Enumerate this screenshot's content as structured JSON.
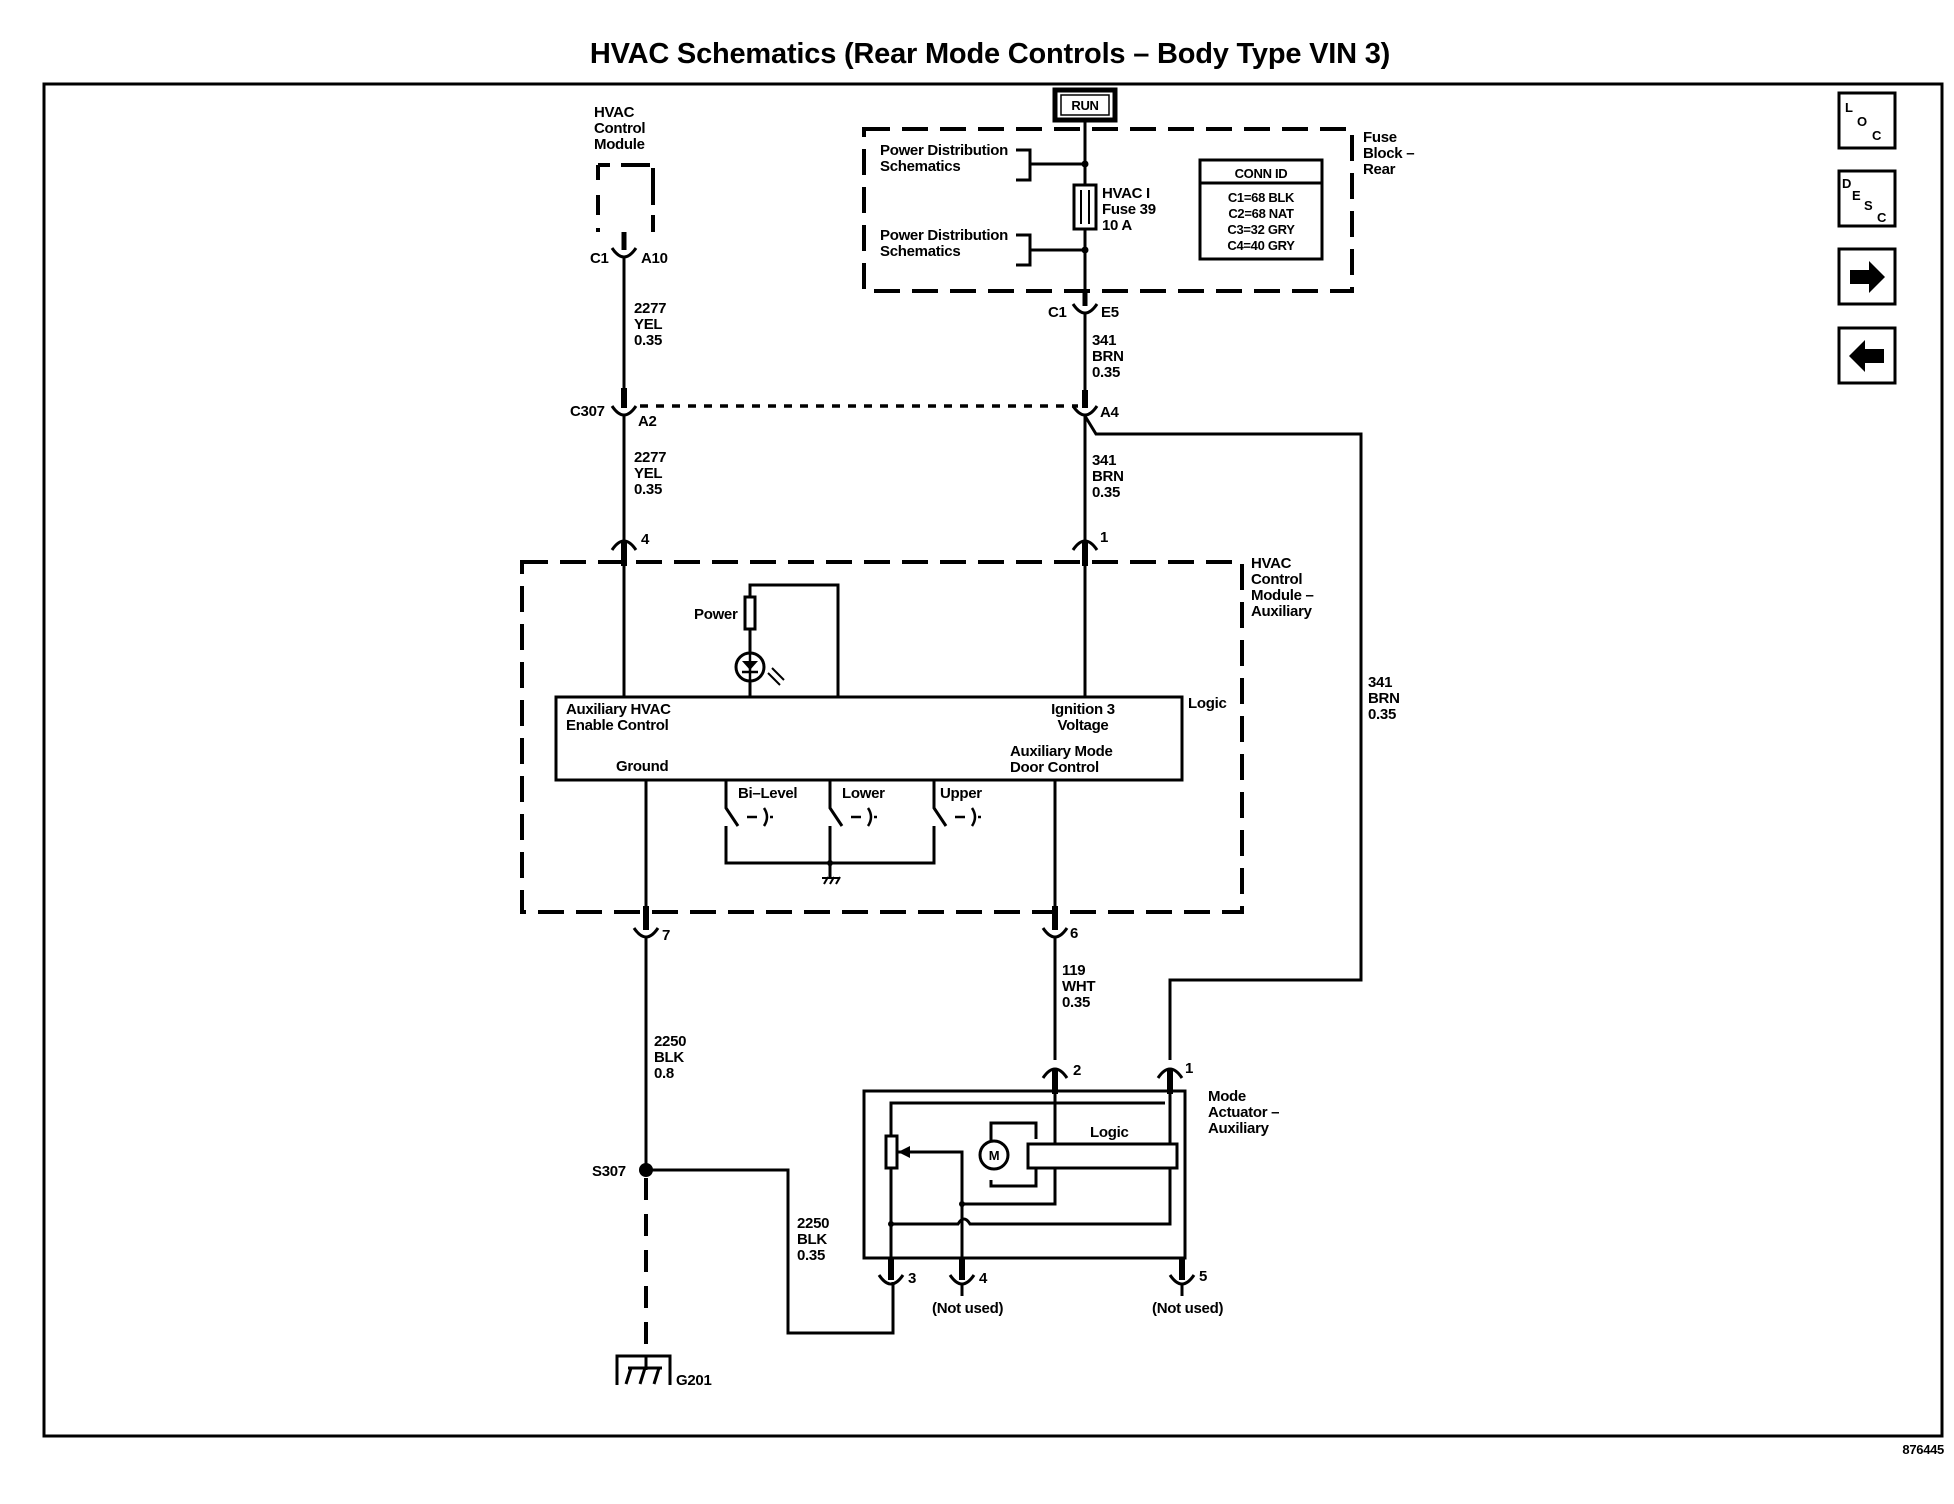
{
  "title": "HVAC Schematics (Rear Mode Controls – Body Type VIN 3)",
  "figure_number": "876445",
  "nav_buttons": {
    "loc": [
      "L",
      "O",
      "C"
    ],
    "desc": [
      "D",
      "E",
      "S",
      "C"
    ],
    "next": "→",
    "prev": "←"
  },
  "components": {
    "hvac_control_module": [
      "HVAC",
      "Control",
      "Module"
    ],
    "fuse_block_rear": [
      "Fuse",
      "Block –",
      "Rear"
    ],
    "run_label": "RUN",
    "power_dist_1": [
      "Power Distribution",
      "Schematics"
    ],
    "power_dist_2": [
      "Power Distribution",
      "Schematics"
    ],
    "fuse": [
      "HVAC I",
      "Fuse 39",
      "10 A"
    ],
    "conn_id": {
      "header": "CONN ID",
      "rows": [
        "C1=68 BLK",
        "C2=68 NAT",
        "C3=32 GRY",
        "C4=40 GRY"
      ]
    },
    "aux_module": [
      "HVAC",
      "Control",
      "Module –",
      "Auxiliary"
    ],
    "power_label": "Power",
    "logic_label": "Logic",
    "aux_enable": [
      "Auxiliary HVAC",
      "Enable Control"
    ],
    "ground_label": "Ground",
    "ignition": [
      "Ignition 3",
      "Voltage"
    ],
    "aux_mode_door": [
      "Auxiliary Mode",
      "Door Control"
    ],
    "switches": [
      "Bi–Level",
      "Lower",
      "Upper"
    ],
    "mode_actuator": [
      "Mode",
      "Actuator –",
      "Auxiliary"
    ],
    "actuator_logic": "Logic",
    "motor": "M",
    "not_used_4": "(Not used)",
    "not_used_5": "(Not used)",
    "splice": "S307",
    "ground": "G201"
  },
  "connectors": {
    "c1_a10": [
      "C1",
      "A10"
    ],
    "c1_e5": [
      "C1",
      "E5"
    ],
    "c307": [
      "C307",
      "A2"
    ],
    "a4": "A4",
    "pin4": "4",
    "pin1": "1",
    "pin7": "7",
    "pin6": "6",
    "act_pin2": "2",
    "act_pin1": "1",
    "act_pin3": "3",
    "act_pin4": "4",
    "act_pin5": "5"
  },
  "wires": {
    "w2277a": [
      "2277",
      "YEL",
      "0.35"
    ],
    "w2277b": [
      "2277",
      "YEL",
      "0.35"
    ],
    "w341a": [
      "341",
      "BRN",
      "0.35"
    ],
    "w341b": [
      "341",
      "BRN",
      "0.35"
    ],
    "w341c": [
      "341",
      "BRN",
      "0.35"
    ],
    "w2250a": [
      "2250",
      "BLK",
      "0.8"
    ],
    "w119": [
      "119",
      "WHT",
      "0.35"
    ],
    "w2250b": [
      "2250",
      "BLK",
      "0.35"
    ]
  }
}
